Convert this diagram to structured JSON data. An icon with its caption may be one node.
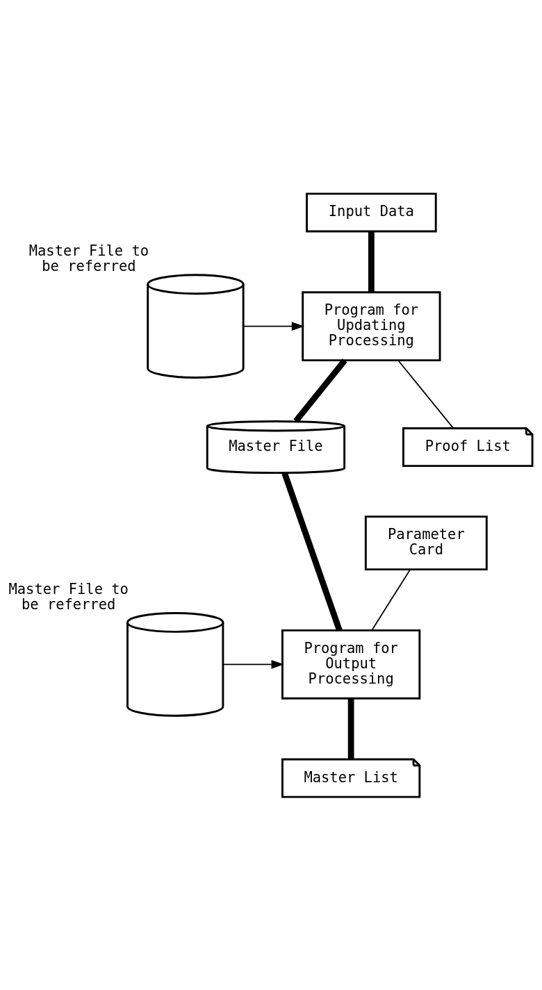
{
  "diagram": {
    "nodes": [
      {
        "text": [
          "Input Data"
        ]
      },
      {
        "text": [],
        "shape": "cylinder",
        "beside": [
          "Master File to be referred"
        ]
      },
      {
        "text": [
          "Program for Updating Processing"
        ]
      },
      {
        "text": [
          "Master File"
        ]
      },
      {
        "text": [
          "Proof List"
        ]
      },
      {
        "text": [
          "Parameter Card"
        ]
      },
      {
        "text": [],
        "shape": "cylinder",
        "beside": [
          "Master File to be referred"
        ]
      },
      {
        "text": [
          "Program for Output Processing"
        ]
      },
      {
        "text": [
          "Master List"
        ]
      }
    ],
    "edges": [
      {
        "from": 0,
        "to": 2,
        "arrow": "none",
        "style": "thick"
      },
      {
        "from": 1,
        "to": 2,
        "arrow": "to"
      },
      {
        "from": 2,
        "to": 3,
        "arrow": "none",
        "style": "thick"
      },
      {
        "from": 2,
        "to": 4,
        "arrow": "none"
      },
      {
        "from": 3,
        "to": 7,
        "arrow": "none",
        "style": "thick"
      },
      {
        "from": 5,
        "to": 7,
        "arrow": "none"
      },
      {
        "from": 6,
        "to": 7,
        "arrow": "to"
      },
      {
        "from": 7,
        "to": 8,
        "arrow": "none",
        "style": "thick"
      }
    ]
  }
}
